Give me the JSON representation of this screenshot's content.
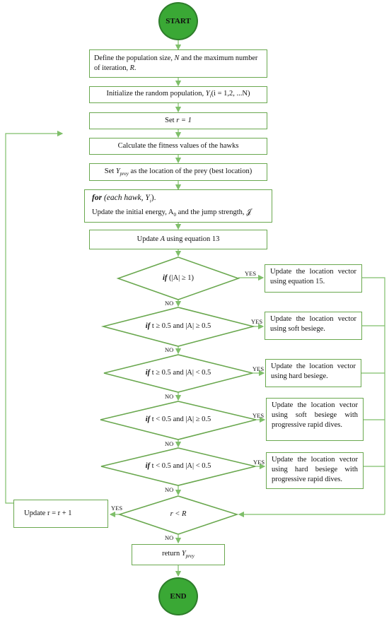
{
  "start": "START",
  "end": "END",
  "steps": {
    "define": {
      "prefix": "Define the population size, ",
      "var1": "N",
      "mid": " and the maximum number of iteration, ",
      "var2": "R",
      "suffix": "."
    },
    "init": {
      "text": "Initialize the random population, ",
      "math": "Y",
      "sub": "i",
      "rest": "(i = 1,2, ...N)"
    },
    "set_r": {
      "text": "Set ",
      "math": "r = 1"
    },
    "fitness": "Calculate the fitness values of the hawks",
    "set_prey": {
      "prefix": "Set ",
      "math": "Y",
      "sub": "prey",
      "suffix": " as the location of the prey (best location)"
    },
    "for_loop": {
      "keyword": "for",
      "line1_rest": " (each hawk, Y",
      "line1_sub": "i",
      "line1_end": ").",
      "line2": "Update the initial energy, A",
      "line2_sub": "0",
      "line2_end": " and the jump strength, 𝒥"
    },
    "update_a": {
      "prefix": "Update ",
      "math": "A",
      "suffix": " using equation 13"
    }
  },
  "decisions": [
    {
      "kw": "if",
      "cond": " (|A| ≥ 1)"
    },
    {
      "kw": "if",
      "cond": " t ≥ 0.5 and |A| ≥ 0.5"
    },
    {
      "kw": "if",
      "cond": " t ≥ 0.5 and |A| < 0.5"
    },
    {
      "kw": "if",
      "cond": " t < 0.5 and |A| ≥ 0.5"
    },
    {
      "kw": "if",
      "cond": " t < 0.5 and |A| < 0.5"
    }
  ],
  "actions": [
    "Update the location vector using equation 15.",
    "Update the location vector using soft besiege.",
    "Update the location vector using hard besiege.",
    "Update the location vector using soft besiege with progressive rapid dives.",
    "Update the location vector using hard besiege with progressive rapid dives."
  ],
  "loop_check": "r < R",
  "update_r": "Update r = r + 1",
  "return_box": {
    "text": "return ",
    "math": "Y",
    "sub": "prey"
  },
  "labels": {
    "yes": "YES",
    "no": "NO"
  },
  "colors": {
    "border": "#6aa84f",
    "terminal": "#3aa835",
    "arrow": "#7fbf6a"
  }
}
